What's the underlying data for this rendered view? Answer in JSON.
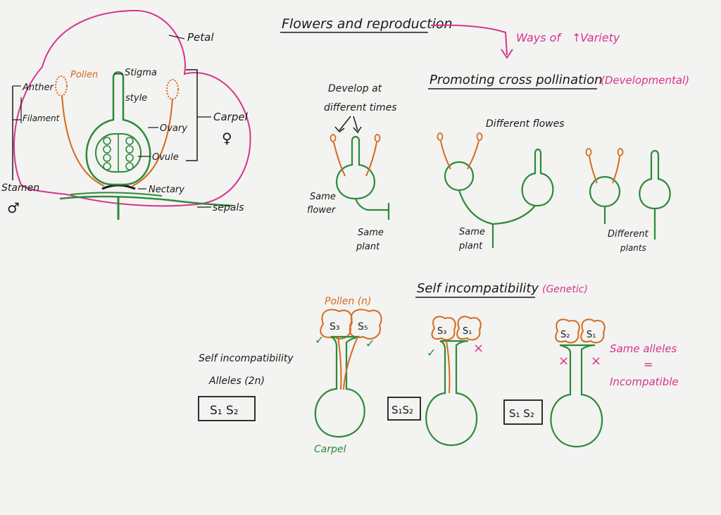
{
  "title": "Flowers and reproduction",
  "note": {
    "ways_of": "Ways of",
    "variety": "Variety"
  },
  "flower_labels": {
    "petal": "Petal",
    "anther": "Anther",
    "pollen": "Pollen",
    "stigma": "Stigma",
    "style": "style",
    "filament": "Filament",
    "carpel": "Carpel",
    "ovary": "Ovary",
    "ovule": "Ovule",
    "stamen": "Stamen",
    "nectary": "Nectary",
    "sepals": "sepals",
    "female_symbol": "♀",
    "male_symbol": "♂"
  },
  "cross_pollination": {
    "heading": "Promoting cross pollination",
    "tag": "(Developmental)",
    "develop_line1": "Develop at",
    "develop_line2": "different times",
    "same_flower_line1": "Same",
    "same_flower_line2": "flower",
    "same_plant_a_line1": "Same",
    "same_plant_a_line2": "plant",
    "different_flowers": "Different flowes",
    "same_plant_b_line1": "Same",
    "same_plant_b_line2": "plant",
    "different_plants_line1": "Different",
    "different_plants_line2": "plants"
  },
  "self_incompatibility": {
    "heading": "Self incompatibility",
    "tag": "(Genetic)",
    "left_line1": "Self incompatibility",
    "left_line2": "Alleles (2n)",
    "pollen_label": "Pollen (n)",
    "carpel_label": "Carpel",
    "box1": "S₁ S₂",
    "box2": "S₁S₂",
    "box3": "S₁ S₂",
    "g1_a": "S₃",
    "g1_b": "S₅",
    "g2_a": "S₃",
    "g2_b": "S₁",
    "g3_a": "S₂",
    "g3_b": "S₁",
    "same_alleles": "Same alleles",
    "equals": "=",
    "incompatible": "Incompatible",
    "check": "✓",
    "cross": "×"
  },
  "colors": {
    "green": "#2c8a3a",
    "orange": "#d66a1f",
    "magenta": "#d6348f",
    "ink": "#1a1a1a"
  }
}
